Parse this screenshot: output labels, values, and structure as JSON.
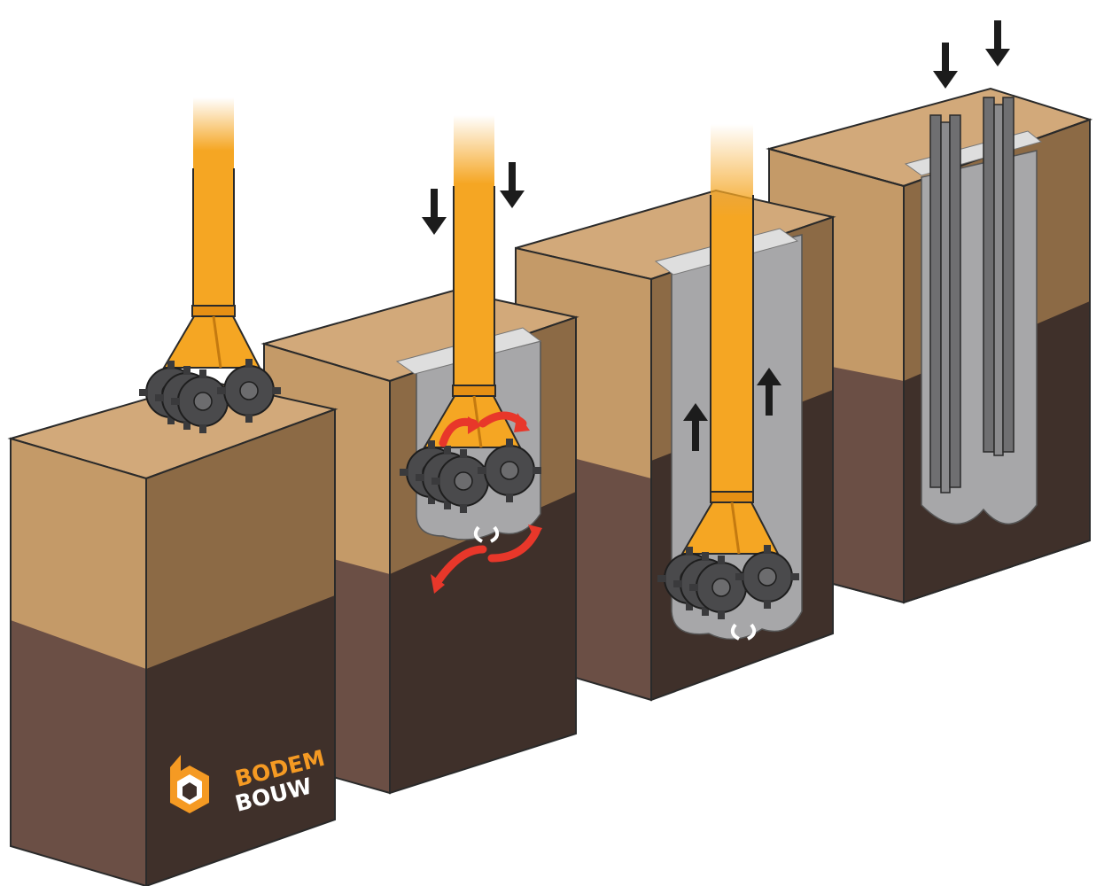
{
  "logo": {
    "line1": "BODEM",
    "line2": "BOUW",
    "color_orange": "#f59a23",
    "color_white": "#ffffff"
  },
  "colors": {
    "soil_top": "#d2a97a",
    "soil_top_front": "#c49a68",
    "soil_top_side": "#8c6a45",
    "soil_deep_front": "#6b4f45",
    "soil_deep_side": "#3f302a",
    "tool_orange": "#f5a623",
    "slurry_gray": "#a7a7a9",
    "arrow_red": "#e8372a",
    "arrow_black": "#1c1c1c"
  },
  "steps": [
    {
      "id": "step-1",
      "description_icon": "cutter-on-surface"
    },
    {
      "id": "step-2",
      "description_icon": "cutter-excavating"
    },
    {
      "id": "step-3",
      "description_icon": "cutter-withdrawing"
    },
    {
      "id": "step-4",
      "description_icon": "steel-profiles-inserted"
    }
  ]
}
